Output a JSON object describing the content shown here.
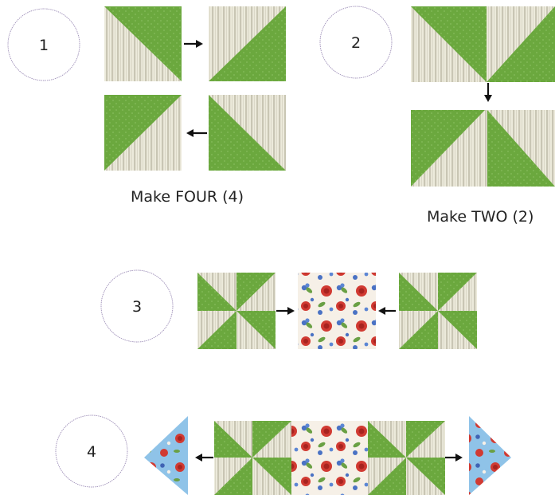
{
  "steps": [
    {
      "number": "1",
      "caption": "Make FOUR (4)"
    },
    {
      "number": "2",
      "caption": "Make TWO (2)"
    },
    {
      "number": "3"
    },
    {
      "number": "4"
    }
  ],
  "colors": {
    "green": "#6ba83e",
    "stripe_light": "#eceadb",
    "stripe_dark": "#c9c6b4",
    "floral_bg": "#f6f0e7",
    "floral_rose": "#d13a32",
    "floral_blue": "#4a72c4",
    "floral_leaf": "#6aa044",
    "sky_bg": "#8fc3e8",
    "circle_stroke": "#9e8fb8"
  }
}
